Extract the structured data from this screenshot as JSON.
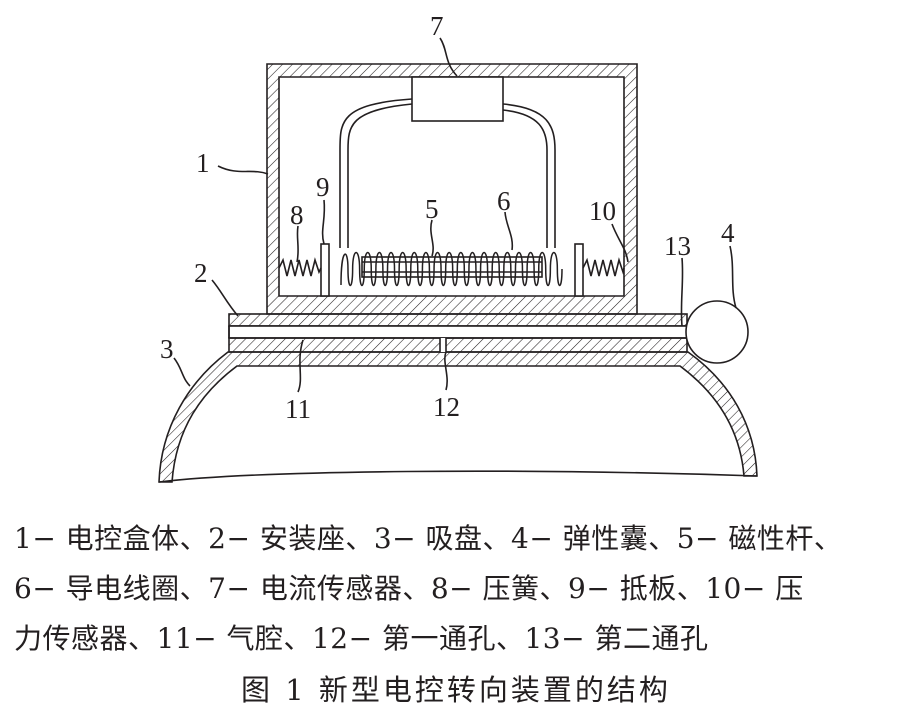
{
  "figure": {
    "labels": {
      "l1": "1",
      "l2": "2",
      "l3": "3",
      "l4": "4",
      "l5": "5",
      "l6": "6",
      "l7": "7",
      "l8": "8",
      "l9": "9",
      "l10": "10",
      "l11": "11",
      "l12": "12",
      "l13": "13"
    }
  },
  "legend": {
    "line1": "1− 电控盒体、2− 安装座、3− 吸盘、4− 弹性囊、5− 磁性杆、",
    "line2": "6− 导电线圈、7− 电流传感器、8− 压簧、9− 抵板、10− 压",
    "line3": "力传感器、11− 气腔、12− 第一通孔、13− 第二通孔"
  },
  "caption": "图 1   新型电控转向装置的结构"
}
